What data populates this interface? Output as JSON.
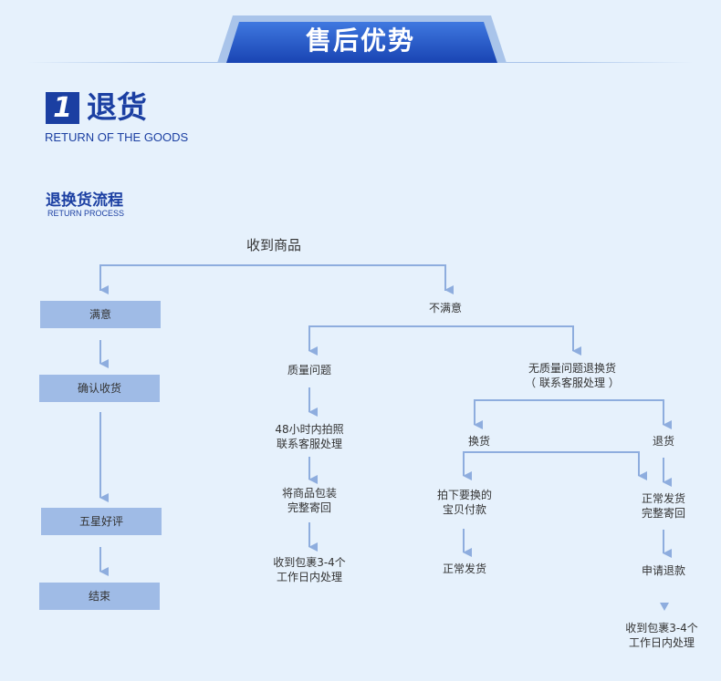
{
  "banner": {
    "title": "售后优势"
  },
  "section": {
    "number": "1",
    "title": "退货",
    "subtitle": "RETURN OF THE GOODS"
  },
  "process": {
    "title": "退换货流程",
    "subtitle": "RETURN PROCESS"
  },
  "flow": {
    "root": "收到商品",
    "left": {
      "satisfied": "满意",
      "confirm": "确认收货",
      "review": "五星好评",
      "end": "结束"
    },
    "unsatisfied": "不满意",
    "quality": {
      "label": "质量问题",
      "step1": [
        "48小时内拍照",
        "联系客服处理"
      ],
      "step2": [
        "将商品包装",
        "完整寄回"
      ],
      "step3": [
        "收到包裹3-4个",
        "工作日内处理"
      ]
    },
    "non_quality": {
      "label": [
        "无质量问题退换货",
        "（ 联系客服处理 ）"
      ],
      "exchange": {
        "label": "换货",
        "step1": [
          "拍下要换的",
          "宝贝付款"
        ],
        "step2": "正常发货"
      },
      "refund": {
        "label": "退货",
        "step1": [
          "正常发货",
          "完整寄回"
        ],
        "step2": "申请退款",
        "step3": [
          "收到包裹3-4个",
          "工作日内处理"
        ]
      }
    }
  }
}
